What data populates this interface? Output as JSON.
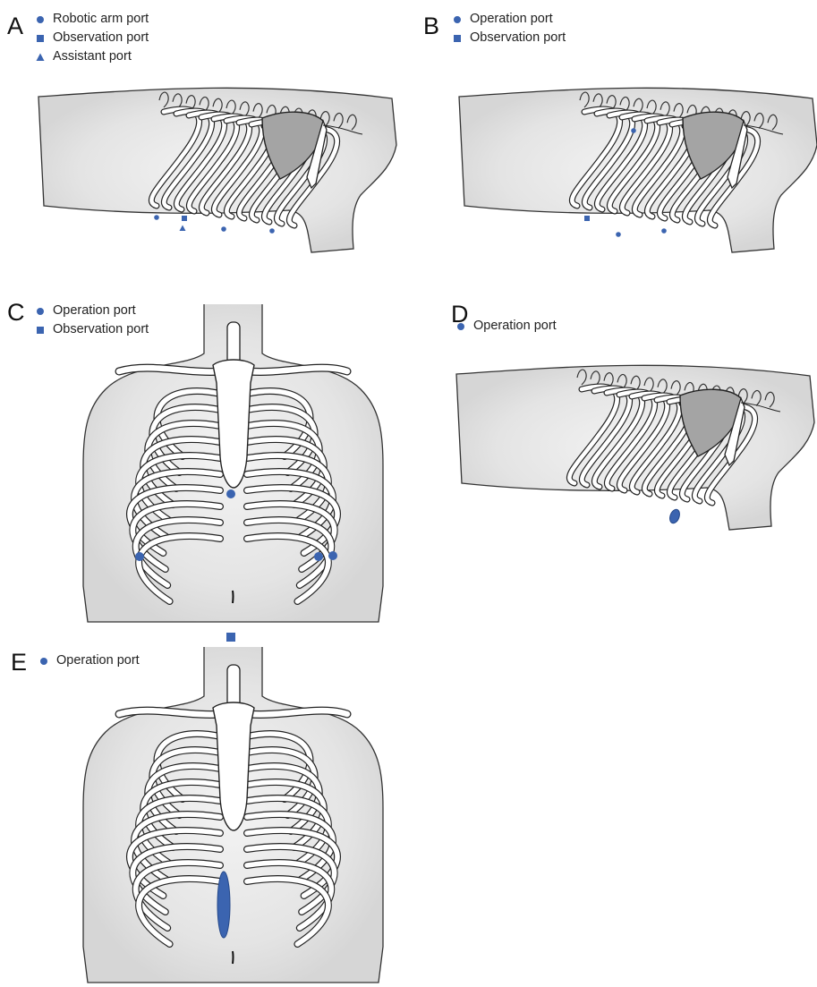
{
  "colors": {
    "marker": "#3b64b0",
    "marker_stroke": "#26498a",
    "skin": "#d6d6d6",
    "skin_light": "#f3f3f3",
    "bone": "#ffffff",
    "bone_outline": "#1a1a1a",
    "scapula": "#a4a4a4"
  },
  "panels": [
    {
      "label": "A",
      "view": "lateral",
      "legend": [
        {
          "symbol": "circle",
          "text": "Robotic arm port"
        },
        {
          "symbol": "square",
          "text": "Observation port"
        },
        {
          "symbol": "triangle",
          "text": "Assistant port"
        }
      ]
    },
    {
      "label": "B",
      "view": "lateral",
      "legend": [
        {
          "symbol": "circle",
          "text": "Operation port"
        },
        {
          "symbol": "square",
          "text": "Observation port"
        }
      ]
    },
    {
      "label": "C",
      "view": "anterior",
      "legend": [
        {
          "symbol": "circle",
          "text": "Operation port"
        },
        {
          "symbol": "square",
          "text": "Observation port"
        }
      ]
    },
    {
      "label": "D",
      "view": "lateral",
      "legend": [
        {
          "symbol": "circle",
          "text": "Operation port"
        }
      ]
    },
    {
      "label": "E",
      "view": "anterior",
      "legend": [
        {
          "symbol": "circle",
          "text": "Operation port"
        }
      ]
    }
  ]
}
